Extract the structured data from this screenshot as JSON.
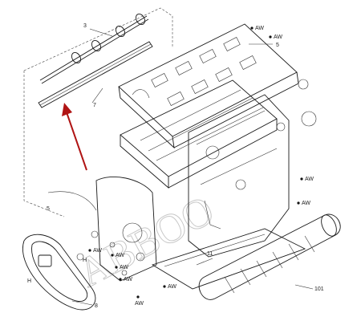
{
  "callouts": {
    "roller_shaft": "3",
    "wiper_blade": "7",
    "upper_guide": "5",
    "lower_frame": "11",
    "bottom_roller": "101",
    "belt": "8",
    "left_bracket": "5"
  },
  "hardware_tag": "AW",
  "screw_tag": "H",
  "watermark": "ABBOO",
  "colors": {
    "arrow": "#b01414",
    "line": "#1a1a1a"
  }
}
